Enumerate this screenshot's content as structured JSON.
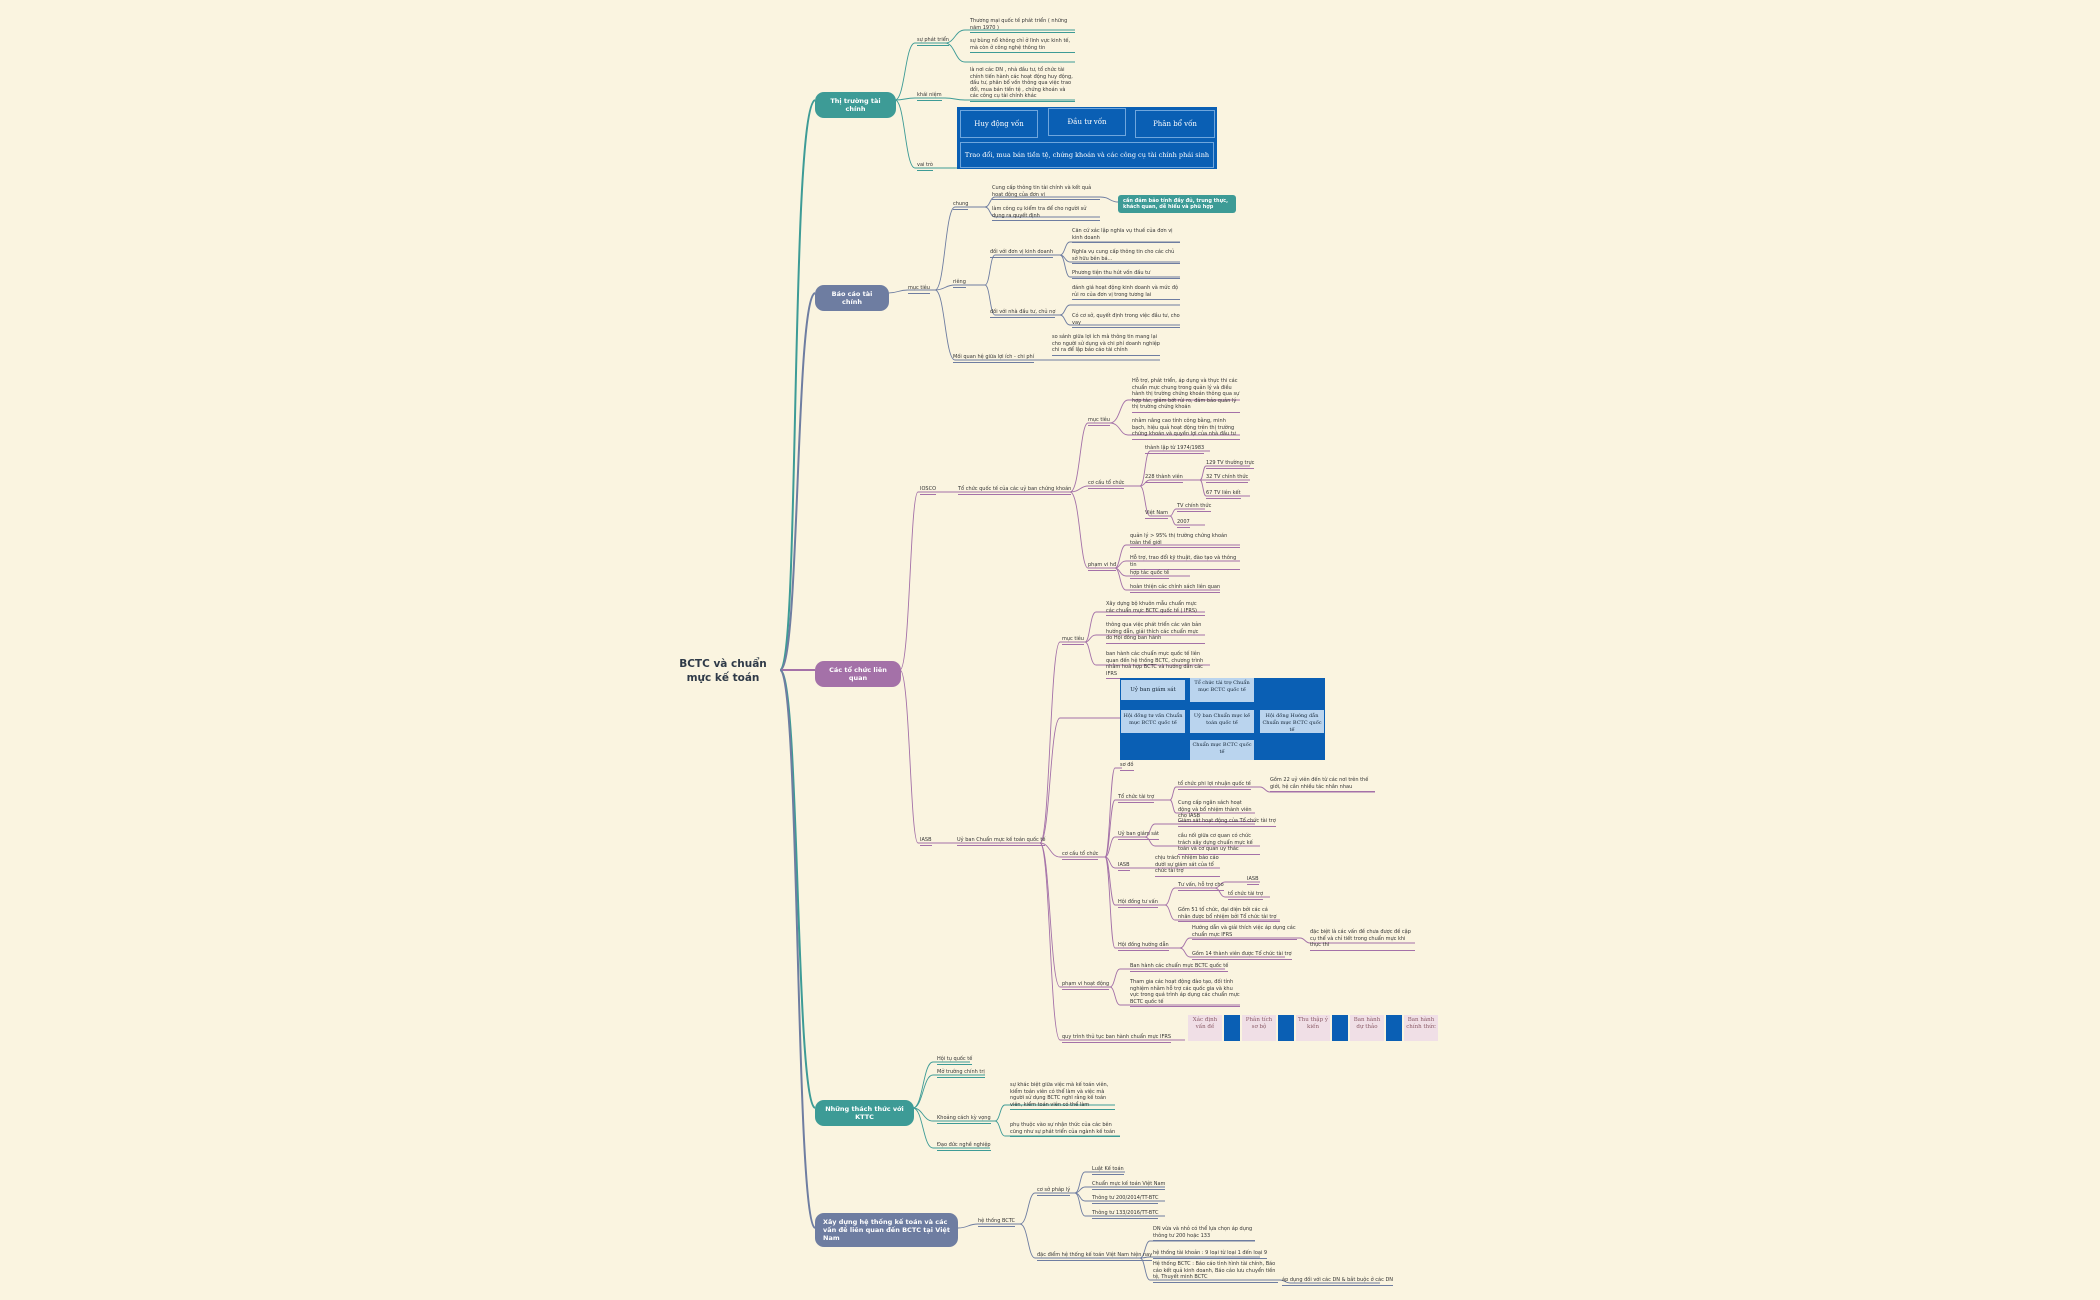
{
  "central": {
    "title": "BCTC và chuẩn mực kế toán"
  },
  "b1": {
    "thi_truong": "Thị trường tài chính",
    "bao_cao": "Báo cáo tài chính",
    "to_chuc": "Các tổ chức liên quan",
    "thach_thuc": "Những thách thức với KTTC",
    "xay_dung": "Xây dựng hệ thống kế toán và các vấn đề liên quan đến BCTC tại Việt Nam"
  },
  "ttc": {
    "su_phat_trien": "sự phát triển",
    "sp1": "Thương mại quốc tế phát triển ( những năm 1970 )",
    "sp2": "sự bùng nổ không chỉ ở lĩnh vực kinh tế, mà còn ở công nghệ thông tin",
    "khai_niem": "khái niệm",
    "kn1": "là nơi các DN , nhà đầu tư, tổ chức tài chính tiến hành các hoạt động huy động, đầu tư, phân bổ vốn thông qua việc trao đổi, mua bán tiền tệ , chứng khoán và các công cụ tài chính khác",
    "vai_tro": "vai trò",
    "vt_huy_dong": "Huy động vốn",
    "vt_dau_tu": "Đầu tư vốn",
    "vt_phan_bo": "Phân bổ vốn",
    "vt_trao_doi": "Trao đổi, mua bán tiền tệ, chứng khoán và các công cụ tài chính phái sinh"
  },
  "bctc": {
    "muc_tieu": "mục tiêu",
    "chung": "chung",
    "c1": "Cung cấp thông tin tài chính và kết quả hoạt động của đơn vị",
    "c2": "làm công cụ kiểm tra để cho người sử dụng ra quyết định",
    "c_pill": "cần đảm bảo tính đầy đủ, trung thực, khách quan, dễ hiểu và phù hợp",
    "rieng": "riêng",
    "dv_kinh_doanh": "đối với đơn vị kinh doanh",
    "dv1": "Căn cứ xác lập nghĩa vụ thuế của đơn vị kinh doanh",
    "dv2": "Nghĩa vụ cung cấp thông tin cho các chủ sở hữu bên bá...",
    "dv3": "Phương tiện thu hút vốn đầu tư",
    "nha_dau_tu": "đối với nhà đầu tư, chủ nợ",
    "nd1": "đánh giá hoạt động kinh doanh và mức độ rủi ro của đơn vị trong tương lai",
    "nd2": "Có cơ sở, quyết định trong việc đầu tư, cho vay",
    "moi_quan_he": "Mối quan hệ giữa lợi ích - chi phí",
    "mq1": "so sánh giữa lợi ích mà thông tin mang lại cho người sử dụng và chi phí doanh nghiệp chi ra để lập báo cáo tài chính"
  },
  "iosco": {
    "label": "IOSCO",
    "full": "Tổ chức quốc tế của các uỷ ban chứng khoán",
    "muc_tieu": "mục tiêu",
    "mt1": "Hỗ trợ, phát triển, áp dụng và thực thi các chuẩn mực chung trong quản lý và điều hành thị trường chứng khoán thông qua sự hợp tác, giảm bớt rủi ro, đảm bảo quản lý thị trường chứng khoán",
    "mt2": "nhằm nâng cao tính công bằng, minh bạch, hiệu quả hoạt động trên thị trường chứng khoán và quyền lợi của nhà đầu tư",
    "co_cau": "cơ cấu tổ chức",
    "cc_thanh_lap": "thành lập từ 1974/1983",
    "cc_228": "228 thành viên",
    "cc_129": "129 TV thường trực",
    "cc_32": "32 TV chính thức",
    "cc_67": "67 TV liên kết",
    "cc_vn": "Việt Nam",
    "cc_vn_tv": "TV chính thức",
    "cc_2007": "2007",
    "pham_vi": "phạm vi hđ",
    "pv1": "quản lý > 95% thị trường chứng khoán toàn thế giới",
    "pv2": "Hỗ trợ, trao đổi kỹ thuật, đào tạo và thông tin",
    "pv3": "hợp tác quốc tế",
    "pv4": "hoàn thiện các chính sách liên quan"
  },
  "iasb": {
    "label": "IASB",
    "full": "Uỷ ban Chuẩn mực kế toán quốc tế",
    "muc_tieu": "mục tiêu",
    "mt1": "Xây dựng bộ khuôn mẫu chuẩn mực các chuẩn mực BCTC quốc tế ( IFRS)",
    "mt2": "thông qua việc phát triển các văn bản hướng dẫn, giải thích các chuẩn mực do Hội đồng ban hành",
    "mt3": "ban hành các chuẩn mực quốc tế liên quan đến hệ thống BCTC, chương trình nhằm hoà hợp BCTC và hướng dẫn các IFRS",
    "fig_uy_ban_giam_sat": "Uỷ ban giám sát",
    "fig_to_chuc_tai_tro": "Tổ chức tài trợ Chuẩn mực BCTC quốc tế",
    "fig_hoi_dong_tu_van": "Hội đồng tư vấn Chuẩn mực BCTC quốc tế",
    "fig_uy_ban_chuan_muc": "Uỷ ban Chuẩn mực kế toán quốc tế",
    "fig_hoi_dong_huong_dan": "Hội đồng Hướng dẫn Chuẩn mực BCTC quốc tế",
    "fig_chuan_muc": "Chuẩn mực BCTC quốc tế",
    "so_do": "sơ đồ",
    "co_cau": "cơ cấu tổ chức",
    "tc_tai_tro": "Tổ chức tài trợ",
    "tt1": "tổ chức phi lợi nhuận quốc tế",
    "tt1a": "Gồm 22 uỷ viên đến từ các nơi trên thế giới, hệ cần nhiều tác nhân nhau",
    "tt2": "Cung cấp ngân sách hoạt động và bổ nhiệm thành viên cho IASB",
    "gs": "Uỷ ban giám sát",
    "gs1": "Giám sát hoạt động của Tổ chức tài trợ",
    "gs2": "cầu nối giữa cơ quan có chức trách xây dựng chuẩn mực kế toán và cơ quan uy thác",
    "iasb_sub": "IASB",
    "iasb1": "chịu trách nhiệm báo cáo dưới sự giám sát của tổ chức tài trợ",
    "tu_van": "Hội đồng tư vấn",
    "tv1": "Tư vấn, hỗ trợ cho",
    "tv1a": "IASB",
    "tv1b": "tổ chức tài trợ",
    "tv2": "Gồm 51 tổ chức, đại diện bởi các cá nhân được bổ nhiệm bởi Tổ chức tài trợ",
    "huong_dan": "Hội đồng hướng dẫn",
    "hd1": "Hướng dẫn và giải thích việc áp dụng các chuẩn mực IFRS",
    "hd1a": "đặc biệt là các vấn đề chưa được đề cập cụ thể và chỉ tiết trong chuẩn mực khi thực thi",
    "hd2": "Gồm 14 thành viên được Tổ chức tài trợ",
    "pham_vi": "phạm vi hoạt động",
    "pv1": "Ban hành các chuẩn mực BCTC quốc tế",
    "pv2": "Tham gia các hoạt động đào tạo, đối tính nghiệm nhằm hỗ trợ các quốc gia và khu vực trong quá trình áp dụng các chuẩn mực BCTC quốc tế",
    "quy_trinh": "quy trình thủ tục ban hành chuẩn mực IFRS",
    "qt1": "Xác định vấn đề",
    "qt2": "Phân tích sơ bộ",
    "qt3": "Thu thập ý kiến",
    "qt4": "Ban hành dự thảo",
    "qt5": "Ban hành chính thức"
  },
  "thach_thuc": {
    "t1": "Hội tụ quốc tế",
    "t2": "Mở trường chính trị",
    "t3": "Khoảng cách kỳ vọng",
    "t3a": "sự khác biệt giữa việc mà kế toán viên, kiểm toán viên có thể làm và việc mà người sử dụng BCTC nghĩ rằng kế toán viên, kiểm toán viên có thể làm",
    "t3b": "phụ thuộc vào sự nhận thức của các bên cũng như sự phát triển của ngành kế toán",
    "t4": "Đạo đức nghề nghiệp"
  },
  "vn": {
    "he_thong": "hệ thống BCTC",
    "co_so": "cơ sở pháp lý",
    "cs1": "Luật Kế toán",
    "cs2": "Chuẩn mực kế toán Việt Nam",
    "cs3": "Thông tư 200/2014/TT-BTC",
    "cs4": "Thông tư 133/2016/TT-BTC",
    "dac_diem": "đặc điểm hệ thống kế toán Việt Nam hiện nay",
    "dd1": "DN vừa và nhỏ có thể lựa chọn áp dụng thông tư 200 hoặc 133",
    "dd2": "hệ thống tài khoản : 9 loại từ loại 1 đến loại 9",
    "dd3": "Hệ thống BCTC : Báo cáo tình hình tài chính, Báo cáo kết quả kinh doanh, Báo cáo lưu chuyển tiền tệ, Thuyết minh BCTC",
    "dd3a": "áp dụng đối với các DN & bắt buộc ở các DN"
  },
  "colors": {
    "teal": "#3d9b96",
    "slate": "#6e7da1",
    "purple": "#a471a8",
    "blue": "#0a5fb4",
    "background": "#faf4e0"
  }
}
